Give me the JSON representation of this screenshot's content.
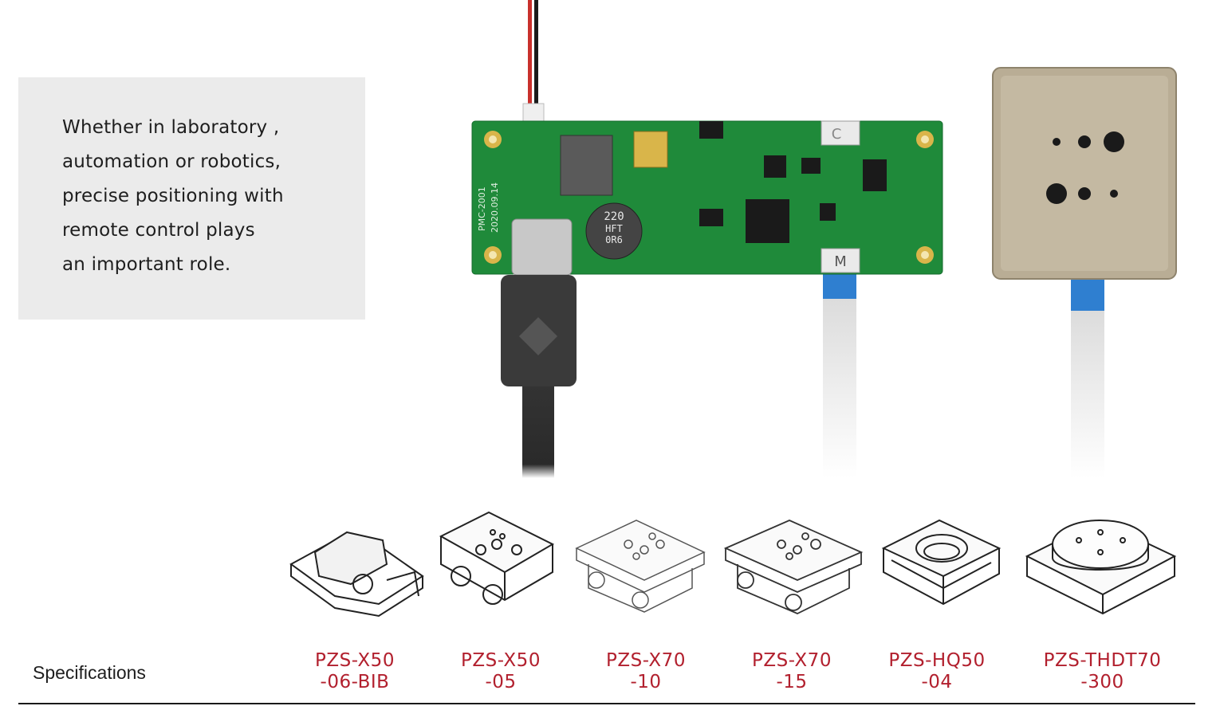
{
  "intro": {
    "lines": [
      "Whether in laboratory ,",
      "automation or robotics,",
      "precise positioning with",
      "remote control plays",
      "an important role."
    ]
  },
  "controller_board": {
    "silkscreen": {
      "model": "PMC-2001",
      "date": "2020.09.14",
      "capacitor": [
        "220",
        "HFT",
        "0R6"
      ],
      "connector_c": "C",
      "connector_m": "M"
    },
    "colors": {
      "pcb": "#1f8a3a",
      "pad": "#d9b54a",
      "usb_cable": "#3a3a3a"
    }
  },
  "stage": {
    "colors": {
      "body": "#b9ad95",
      "cable": "#3d8ed8"
    }
  },
  "specifications": {
    "label": "Specifications",
    "models": [
      {
        "line1": "PZS-X50",
        "line2": "-06-BIB"
      },
      {
        "line1": "PZS-X50",
        "line2": "-05"
      },
      {
        "line1": "PZS-X70",
        "line2": "-10"
      },
      {
        "line1": "PZS-X70",
        "line2": "-15"
      },
      {
        "line1": "PZS-HQ50",
        "line2": "-04"
      },
      {
        "line1": "PZS-THDT70",
        "line2": "-300"
      }
    ],
    "colors": {
      "model_text": "#b2202e"
    }
  }
}
